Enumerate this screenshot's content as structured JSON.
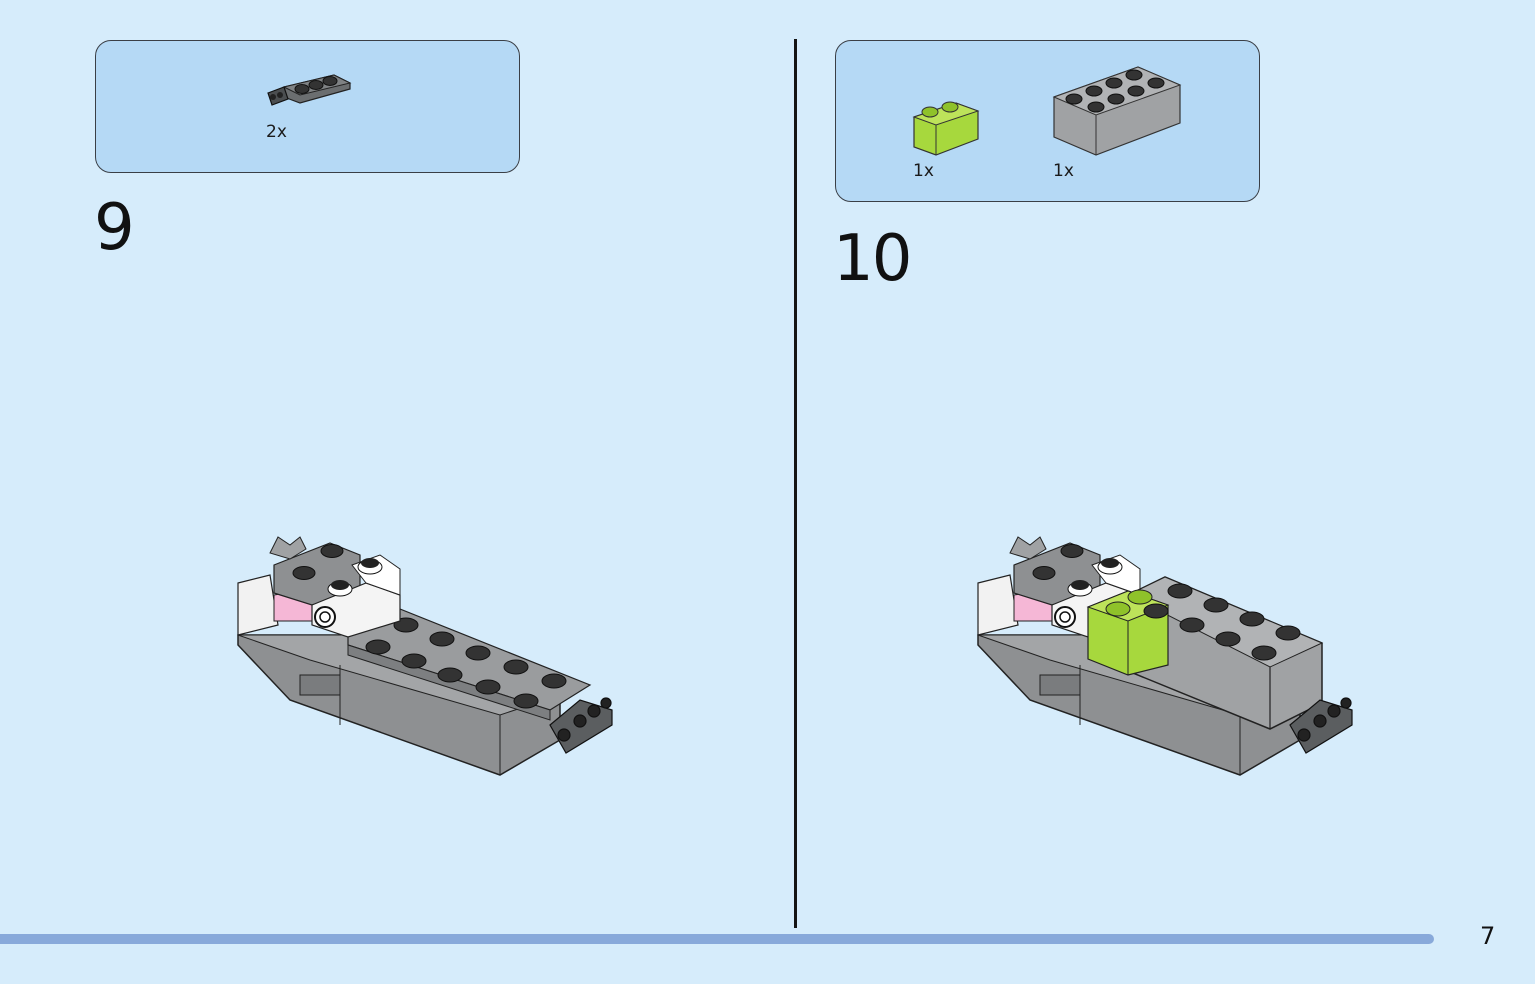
{
  "page": {
    "number": "7"
  },
  "steps": [
    {
      "number": "9",
      "parts": [
        {
          "qty": "2x",
          "part": "dark-gray-plate-with-clip-icon",
          "color": "#6b6e70"
        }
      ]
    },
    {
      "number": "10",
      "parts": [
        {
          "qty": "1x",
          "part": "lime-brick-1x2-icon",
          "color": "#a7d83d"
        },
        {
          "qty": "1x",
          "part": "gray-brick-2x4-icon",
          "color": "#a0a2a4"
        }
      ]
    }
  ],
  "colors": {
    "background": "#d6ecfb",
    "callout": "#b5d9f5",
    "bottom_bar": "#88a9da",
    "lime": "#a7d83d",
    "gray": "#a0a2a4",
    "dark_gray": "#6b6e70",
    "pink": "#f5b7d6"
  }
}
